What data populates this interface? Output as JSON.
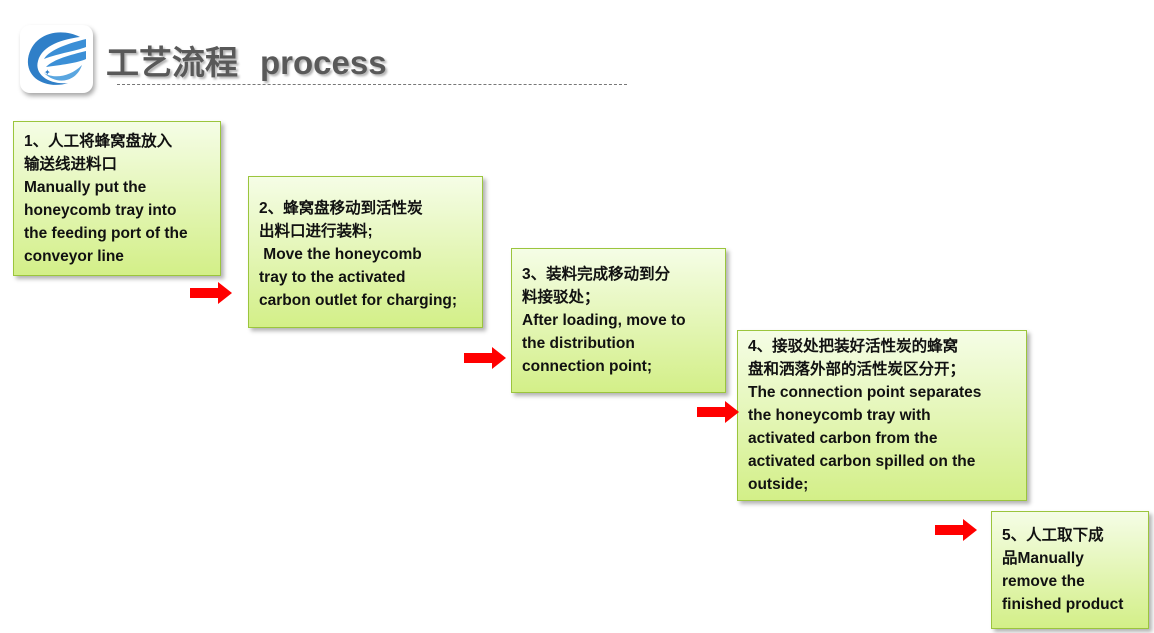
{
  "header": {
    "title_cn": "工艺流程",
    "title_en": "process"
  },
  "steps": [
    {
      "lines": [
        "1、人工将蜂窝盘放入",
        "输送线进料口",
        "Manually put the",
        "honeycomb tray into",
        "the feeding port of the",
        "conveyor line"
      ]
    },
    {
      "lines": [
        "2、蜂窝盘移动到活性炭",
        "出料口进行装料;",
        " Move the honeycomb",
        "tray to the activated",
        "carbon outlet for charging;"
      ]
    },
    {
      "lines": [
        "3、装料完成移动到分",
        "料接驳处；",
        "After loading, move to",
        "the distribution",
        "connection point;"
      ]
    },
    {
      "lines": [
        "4、接驳处把装好活性炭的蜂窝",
        "盘和洒落外部的活性炭区分开；",
        "The connection point separates",
        "the honeycomb tray with",
        "activated carbon from the",
        "activated carbon spilled on the",
        "outside;"
      ]
    },
    {
      "lines": [
        "5、人工取下成",
        "品Manually",
        "remove the",
        "finished product"
      ]
    }
  ],
  "colors": {
    "arrow": "#ff0000",
    "box_border": "#9bc53d",
    "logo_blue": "#2f7fc8"
  }
}
